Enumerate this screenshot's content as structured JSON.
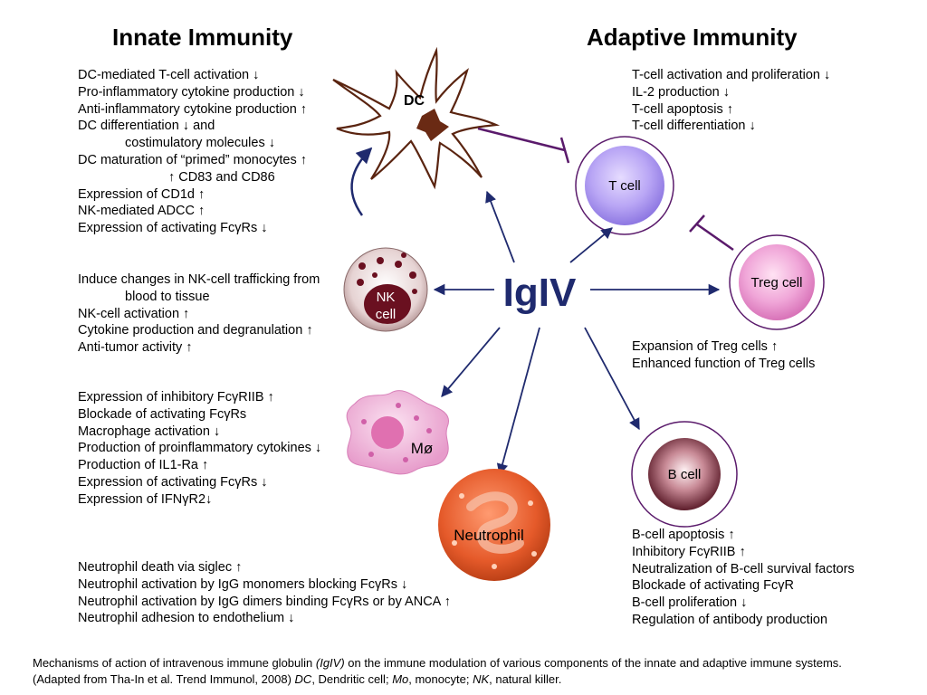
{
  "innate": {
    "title": "Innate Immunity",
    "dc_effects": [
      "DC-mediated T-cell activation ↓",
      "Pro-inflammatory cytokine production ↓",
      "Anti-inflammatory cytokine production ↑",
      "DC differentiation ↓ and",
      "costimulatory molecules ↓",
      "DC maturation of “primed” monocytes ↑",
      "↑ CD83 and CD86",
      "Expression of CD1d ↑",
      "NK-mediated ADCC ↑",
      "Expression of activating FcγRs ↓"
    ],
    "nk_effects": [
      "Induce changes in NK-cell trafficking from",
      "blood to tissue",
      "NK-cell activation ↑",
      "Cytokine production and degranulation ↑",
      "Anti-tumor activity ↑"
    ],
    "macrophage_effects": [
      "Expression of inhibitory FcγRIIB ↑",
      "Blockade of activating FcγRs",
      "Macrophage activation ↓",
      "Production of proinflammatory cytokines ↓",
      "Production of IL1-Ra ↑",
      "Expression of activating FcγRs ↓",
      "Expression of IFNγR2↓"
    ],
    "neutrophil_effects": [
      "Neutrophil death via siglec ↑",
      "Neutrophil activation by IgG monomers blocking FcγRs ↓",
      "Neutrophil activation by IgG dimers binding FcγRs or by ANCA ↑",
      "Neutrophil adhesion to endothelium ↓"
    ]
  },
  "adaptive": {
    "title": "Adaptive Immunity",
    "tcell_effects": [
      "T-cell activation and proliferation ↓",
      "IL-2 production ↓",
      "T-cell apoptosis ↑",
      "T-cell differentiation ↓"
    ],
    "treg_effects": [
      "Expansion of Treg cells ↑",
      "Enhanced function of Treg cells"
    ],
    "bcell_effects": [
      "B-cell apoptosis ↑",
      "Inhibitory FcγRIIB ↑",
      "Neutralization of B-cell survival factors",
      "Blockade of activating FcγR",
      "B-cell proliferation ↓",
      "Regulation of antibody production"
    ]
  },
  "cells": {
    "center": "IgIV",
    "dc": "DC",
    "tcell": "T cell",
    "treg": "Treg cell",
    "nk_line1": "NK",
    "nk_line2": "cell",
    "macrophage": "Mø",
    "neutrophil": "Neutrophil",
    "bcell": "B cell"
  },
  "caption": {
    "line1_a": "Mechanisms of action of intravenous immune globulin ",
    "line1_b": "(IgIV)",
    "line1_c": " on the immune modulation of various components of the innate and adaptive immune systems.",
    "line2_a": "(Adapted from Tha-In et al. Trend Immunol, 2008) ",
    "line2_b": "DC",
    "line2_c": ", Dendritic cell; ",
    "line2_d": "Mo",
    "line2_e": ", monocyte; ",
    "line2_f": "NK",
    "line2_g": ", natural killer."
  },
  "colors": {
    "arrow_navy": "#1f2a6e",
    "inhibit_purple": "#5a1a6b",
    "dc_brown": "#5a2410",
    "tcell_violet": "#9a86e8",
    "treg_pink": "#e080c0",
    "nk_maroon": "#6a1020",
    "macrophage_pink": "#e8a0cc",
    "neutrophil_orange": "#e05528",
    "bcell_dark": "#4a0a18"
  }
}
